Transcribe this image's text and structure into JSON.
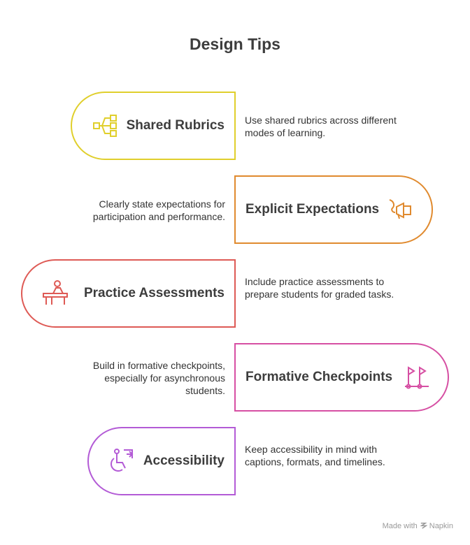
{
  "title": "Design Tips",
  "tips": [
    {
      "label": "Shared Rubrics",
      "description": "Use shared rubrics across different modes of learning.",
      "color": "#e0cf2c",
      "icon": "flowchart-icon"
    },
    {
      "label": "Explicit Expectations",
      "description": "Clearly state expectations for participation and performance.",
      "color": "#e08a2e",
      "icon": "megaphone-icon"
    },
    {
      "label": "Practice Assessments",
      "description": "Include practice assessments to prepare students for graded tasks.",
      "color": "#de5a55",
      "icon": "student-desk-icon"
    },
    {
      "label": "Formative Checkpoints",
      "description": "Build in formative checkpoints, especially for asynchronous students.",
      "color": "#d64fa3",
      "icon": "flags-icon"
    },
    {
      "label": "Accessibility",
      "description": "Keep accessibility in mind with captions, formats, and timelines.",
      "color": "#b35bd6",
      "icon": "accessibility-icon"
    }
  ],
  "footer": {
    "made_with": "Made with",
    "brand": "Napkin"
  }
}
